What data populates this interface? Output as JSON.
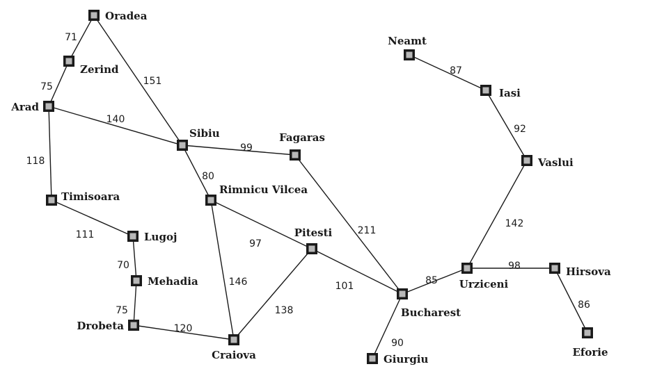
{
  "cities": [
    {
      "id": "oradea",
      "name": "Oradea"
    },
    {
      "id": "zerind",
      "name": "Zerind"
    },
    {
      "id": "arad",
      "name": "Arad"
    },
    {
      "id": "sibiu",
      "name": "Sibiu"
    },
    {
      "id": "fagaras",
      "name": "Fagaras"
    },
    {
      "id": "timisoara",
      "name": "Timisoara"
    },
    {
      "id": "rimnicu",
      "name": "Rimnicu Vilcea"
    },
    {
      "id": "lugoj",
      "name": "Lugoj"
    },
    {
      "id": "pitesti",
      "name": "Pitesti"
    },
    {
      "id": "mehadia",
      "name": "Mehadia"
    },
    {
      "id": "drobeta",
      "name": "Drobeta"
    },
    {
      "id": "craiova",
      "name": "Craiova"
    },
    {
      "id": "bucharest",
      "name": "Bucharest"
    },
    {
      "id": "giurgiu",
      "name": "Giurgiu"
    },
    {
      "id": "urziceni",
      "name": "Urziceni"
    },
    {
      "id": "hirsova",
      "name": "Hirsova"
    },
    {
      "id": "eforie",
      "name": "Eforie"
    },
    {
      "id": "vaslui",
      "name": "Vaslui"
    },
    {
      "id": "iasi",
      "name": "Iasi"
    },
    {
      "id": "neamt",
      "name": "Neamt"
    }
  ],
  "roads": [
    {
      "from": "oradea",
      "to": "zerind",
      "distance": "71"
    },
    {
      "from": "zerind",
      "to": "arad",
      "distance": "75"
    },
    {
      "from": "oradea",
      "to": "sibiu",
      "distance": "151"
    },
    {
      "from": "arad",
      "to": "sibiu",
      "distance": "140"
    },
    {
      "from": "arad",
      "to": "timisoara",
      "distance": "118"
    },
    {
      "from": "sibiu",
      "to": "fagaras",
      "distance": "99"
    },
    {
      "from": "sibiu",
      "to": "rimnicu",
      "distance": "80"
    },
    {
      "from": "timisoara",
      "to": "lugoj",
      "distance": "111"
    },
    {
      "from": "lugoj",
      "to": "mehadia",
      "distance": "70"
    },
    {
      "from": "mehadia",
      "to": "drobeta",
      "distance": "75"
    },
    {
      "from": "drobeta",
      "to": "craiova",
      "distance": "120"
    },
    {
      "from": "rimnicu",
      "to": "pitesti",
      "distance": "97"
    },
    {
      "from": "rimnicu",
      "to": "craiova",
      "distance": "146"
    },
    {
      "from": "craiova",
      "to": "pitesti",
      "distance": "138"
    },
    {
      "from": "pitesti",
      "to": "bucharest",
      "distance": "101"
    },
    {
      "from": "fagaras",
      "to": "bucharest",
      "distance": "211"
    },
    {
      "from": "bucharest",
      "to": "giurgiu",
      "distance": "90"
    },
    {
      "from": "bucharest",
      "to": "urziceni",
      "distance": "85"
    },
    {
      "from": "urziceni",
      "to": "hirsova",
      "distance": "98"
    },
    {
      "from": "hirsova",
      "to": "eforie",
      "distance": "86"
    },
    {
      "from": "urziceni",
      "to": "vaslui",
      "distance": "142"
    },
    {
      "from": "vaslui",
      "to": "iasi",
      "distance": "92"
    },
    {
      "from": "iasi",
      "to": "neamt",
      "distance": "87"
    }
  ]
}
